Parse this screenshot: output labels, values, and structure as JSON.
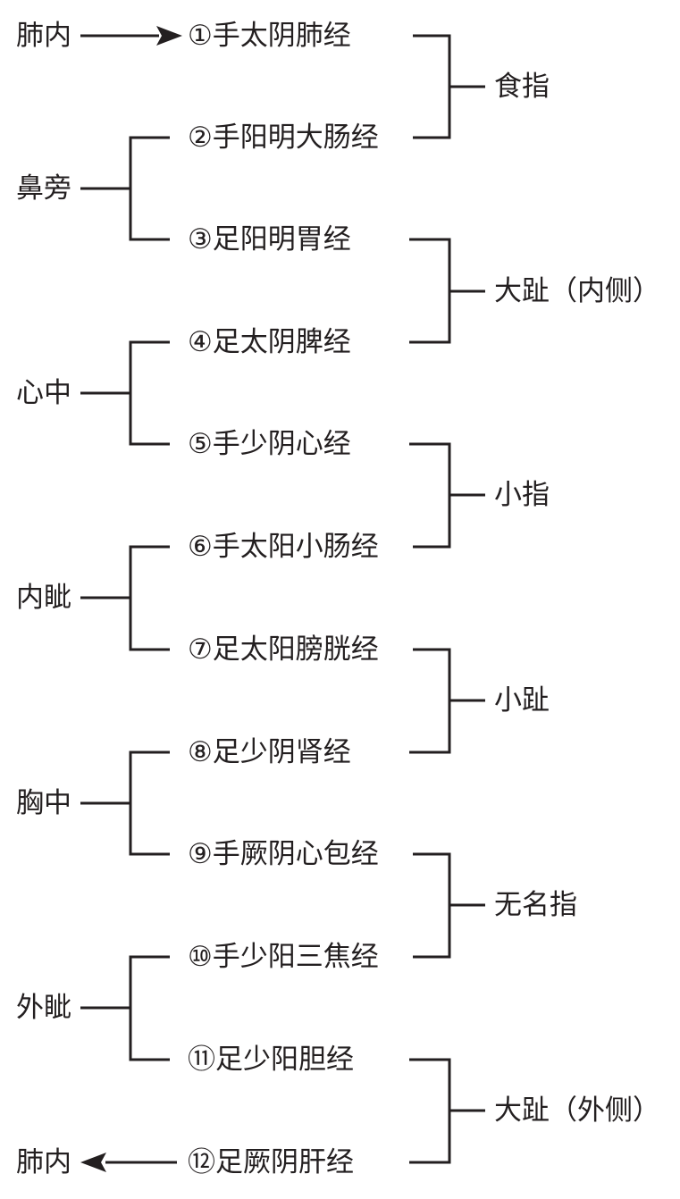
{
  "origins": [
    {
      "label": "肺内"
    },
    {
      "label": "鼻旁"
    },
    {
      "label": "心中"
    },
    {
      "label": "内眦"
    },
    {
      "label": "胸中"
    },
    {
      "label": "外眦"
    },
    {
      "label": "肺内"
    }
  ],
  "meridians": [
    {
      "label": "①手太阴肺经"
    },
    {
      "label": "②手阳明大肠经"
    },
    {
      "label": "③足阳明胃经"
    },
    {
      "label": "④足太阴脾经"
    },
    {
      "label": "⑤手少阴心经"
    },
    {
      "label": "⑥手太阳小肠经"
    },
    {
      "label": "⑦足太阳膀胱经"
    },
    {
      "label": "⑧足少阴肾经"
    },
    {
      "label": "⑨手厥阴心包经"
    },
    {
      "label": "⑩手少阳三焦经"
    },
    {
      "label": "⑪足少阳胆经"
    },
    {
      "label": "⑫足厥阴肝经"
    }
  ],
  "junctions": [
    {
      "label": "食指"
    },
    {
      "label": "大趾（内侧）"
    },
    {
      "label": "小指"
    },
    {
      "label": "小趾"
    },
    {
      "label": "无名指"
    },
    {
      "label": "大趾（外侧）"
    }
  ],
  "colors": {
    "ink": "#231f20",
    "background": "#ffffff"
  }
}
